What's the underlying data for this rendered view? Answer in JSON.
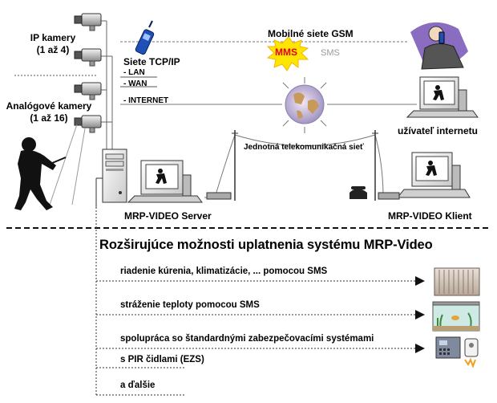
{
  "top": {
    "ip_cameras_line1": "IP kamery",
    "ip_cameras_line2": "(1 až 4)",
    "analog_cameras_line1": "Analógové kamery",
    "analog_cameras_line2": "(1 až 16)",
    "networks_title": "Siete TCP/IP",
    "networks": [
      "- LAN",
      "- WAN",
      "- INTERNET"
    ],
    "gsm_title": "Mobilné siete GSM",
    "mms": "MMS",
    "sms": "SMS",
    "internet_user": "užívateľ internetu",
    "telecom_network": "Jednotná telekomunikačná sieť",
    "server_label": "MRP-VIDEO Server",
    "client_label": "MRP-VIDEO Klient"
  },
  "bottom": {
    "heading": "Rozširujúce možnosti uplatnenia systému MRP-Video",
    "features": [
      "riadenie kúrenia, klimatizácie, ... pomocou SMS",
      "stráženie teploty pomocou SMS",
      "spolupráca so štandardnými zabezpečovacími systémami",
      "s PIR čidlami (EZS)",
      "a ďalšie"
    ]
  },
  "colors": {
    "mms_burst": "#ffe600",
    "mms_text": "#e0001b",
    "sms_text": "#9a9a9a",
    "phone_blue": "#1f4fb8",
    "user_bg_purple": "#8a6cc0"
  }
}
